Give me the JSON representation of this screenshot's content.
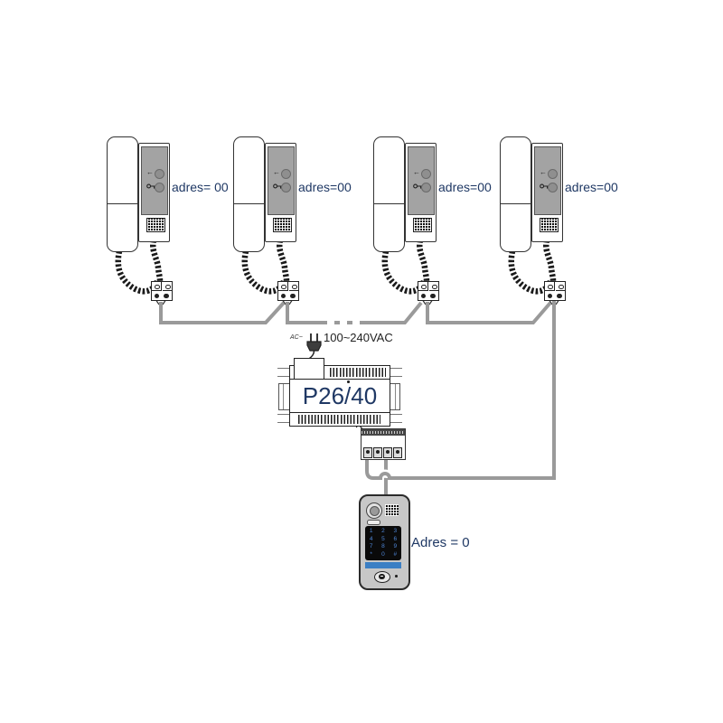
{
  "units": [
    {
      "label": "adres= 00"
    },
    {
      "label": "adres=00"
    },
    {
      "label": "adres=00"
    },
    {
      "label": "adres=00"
    }
  ],
  "power_supply": {
    "model": "P26/40",
    "ac_label": "AC~",
    "voltage_label": "100~240VAC"
  },
  "door_station": {
    "address_label": "Adres = 0",
    "keypad_rows": [
      [
        "1",
        "2",
        "3"
      ],
      [
        "4",
        "5",
        "6"
      ],
      [
        "7",
        "8",
        "9"
      ],
      [
        "*",
        "0",
        "#"
      ]
    ]
  },
  "colors": {
    "label_text": "#1f3864",
    "wire_gray": "#9a9a9a",
    "cord_black": "#1a1a1a",
    "keypad_digit_blue": "#4f86d6",
    "door_bar_blue": "#3b7fc4"
  }
}
